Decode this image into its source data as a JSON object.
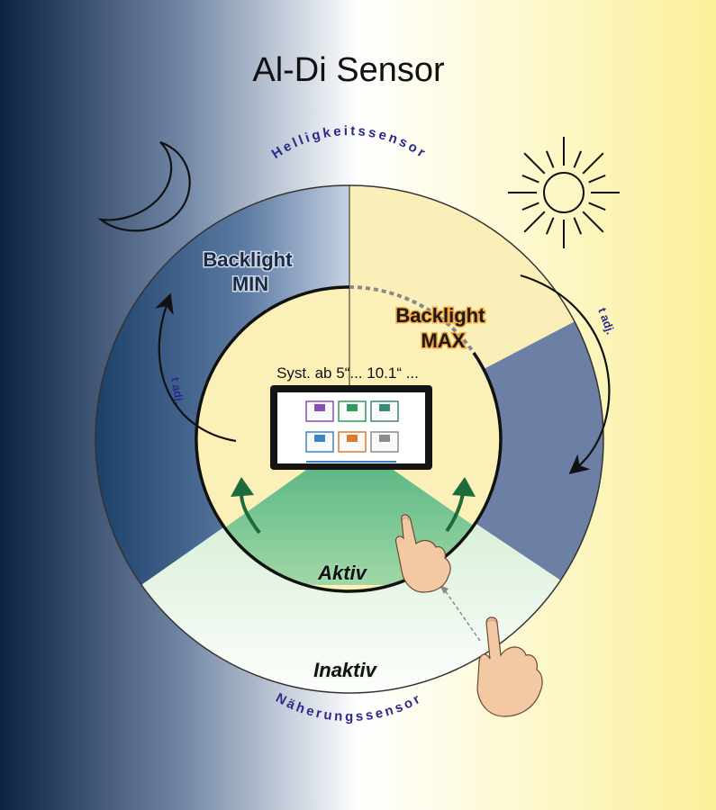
{
  "title": "Al-Di Sensor",
  "labels": {
    "brightness_sensor": "Helligkeitssensor",
    "proximity_sensor": "Näherungssensor",
    "backlight_min_line1": "Backlight",
    "backlight_min_line2": "MIN",
    "backlight_max_line1": "Backlight",
    "backlight_max_line2": "MAX",
    "active": "Aktiv",
    "inactive": "Inaktiv",
    "t_adj_left": "t adj.",
    "t_adj_right": "t adj.",
    "system_range": "Syst. ab 5“... 10.1“ ..."
  },
  "icons": {
    "moon": "crescent-moon-icon",
    "sun": "sun-icon",
    "finger_touch": "pointing-hand-icon",
    "finger_approach": "approaching-hand-icon"
  },
  "colors": {
    "night": "#0c2440",
    "day": "#fdf6b0",
    "min_sector": "#1f4c7a",
    "max_sector": "#fbefb9",
    "max_outer_blue": "#6c80a5",
    "active_green": "#5fba8a",
    "inactive_green": "#d9f0d2",
    "inner_disc": "#fbf1b8",
    "arrow_green": "#1d6b3c"
  },
  "screen_tiles": [
    {
      "label": "",
      "color": "#8a4fb5"
    },
    {
      "label": "",
      "color": "#2e9c5a"
    },
    {
      "label": "",
      "color": "#3a8b7a"
    },
    {
      "label": "",
      "color": "#3a86c8"
    },
    {
      "label": "",
      "color": "#e07a2a"
    },
    {
      "label": "",
      "color": "#8c8c8c"
    }
  ]
}
